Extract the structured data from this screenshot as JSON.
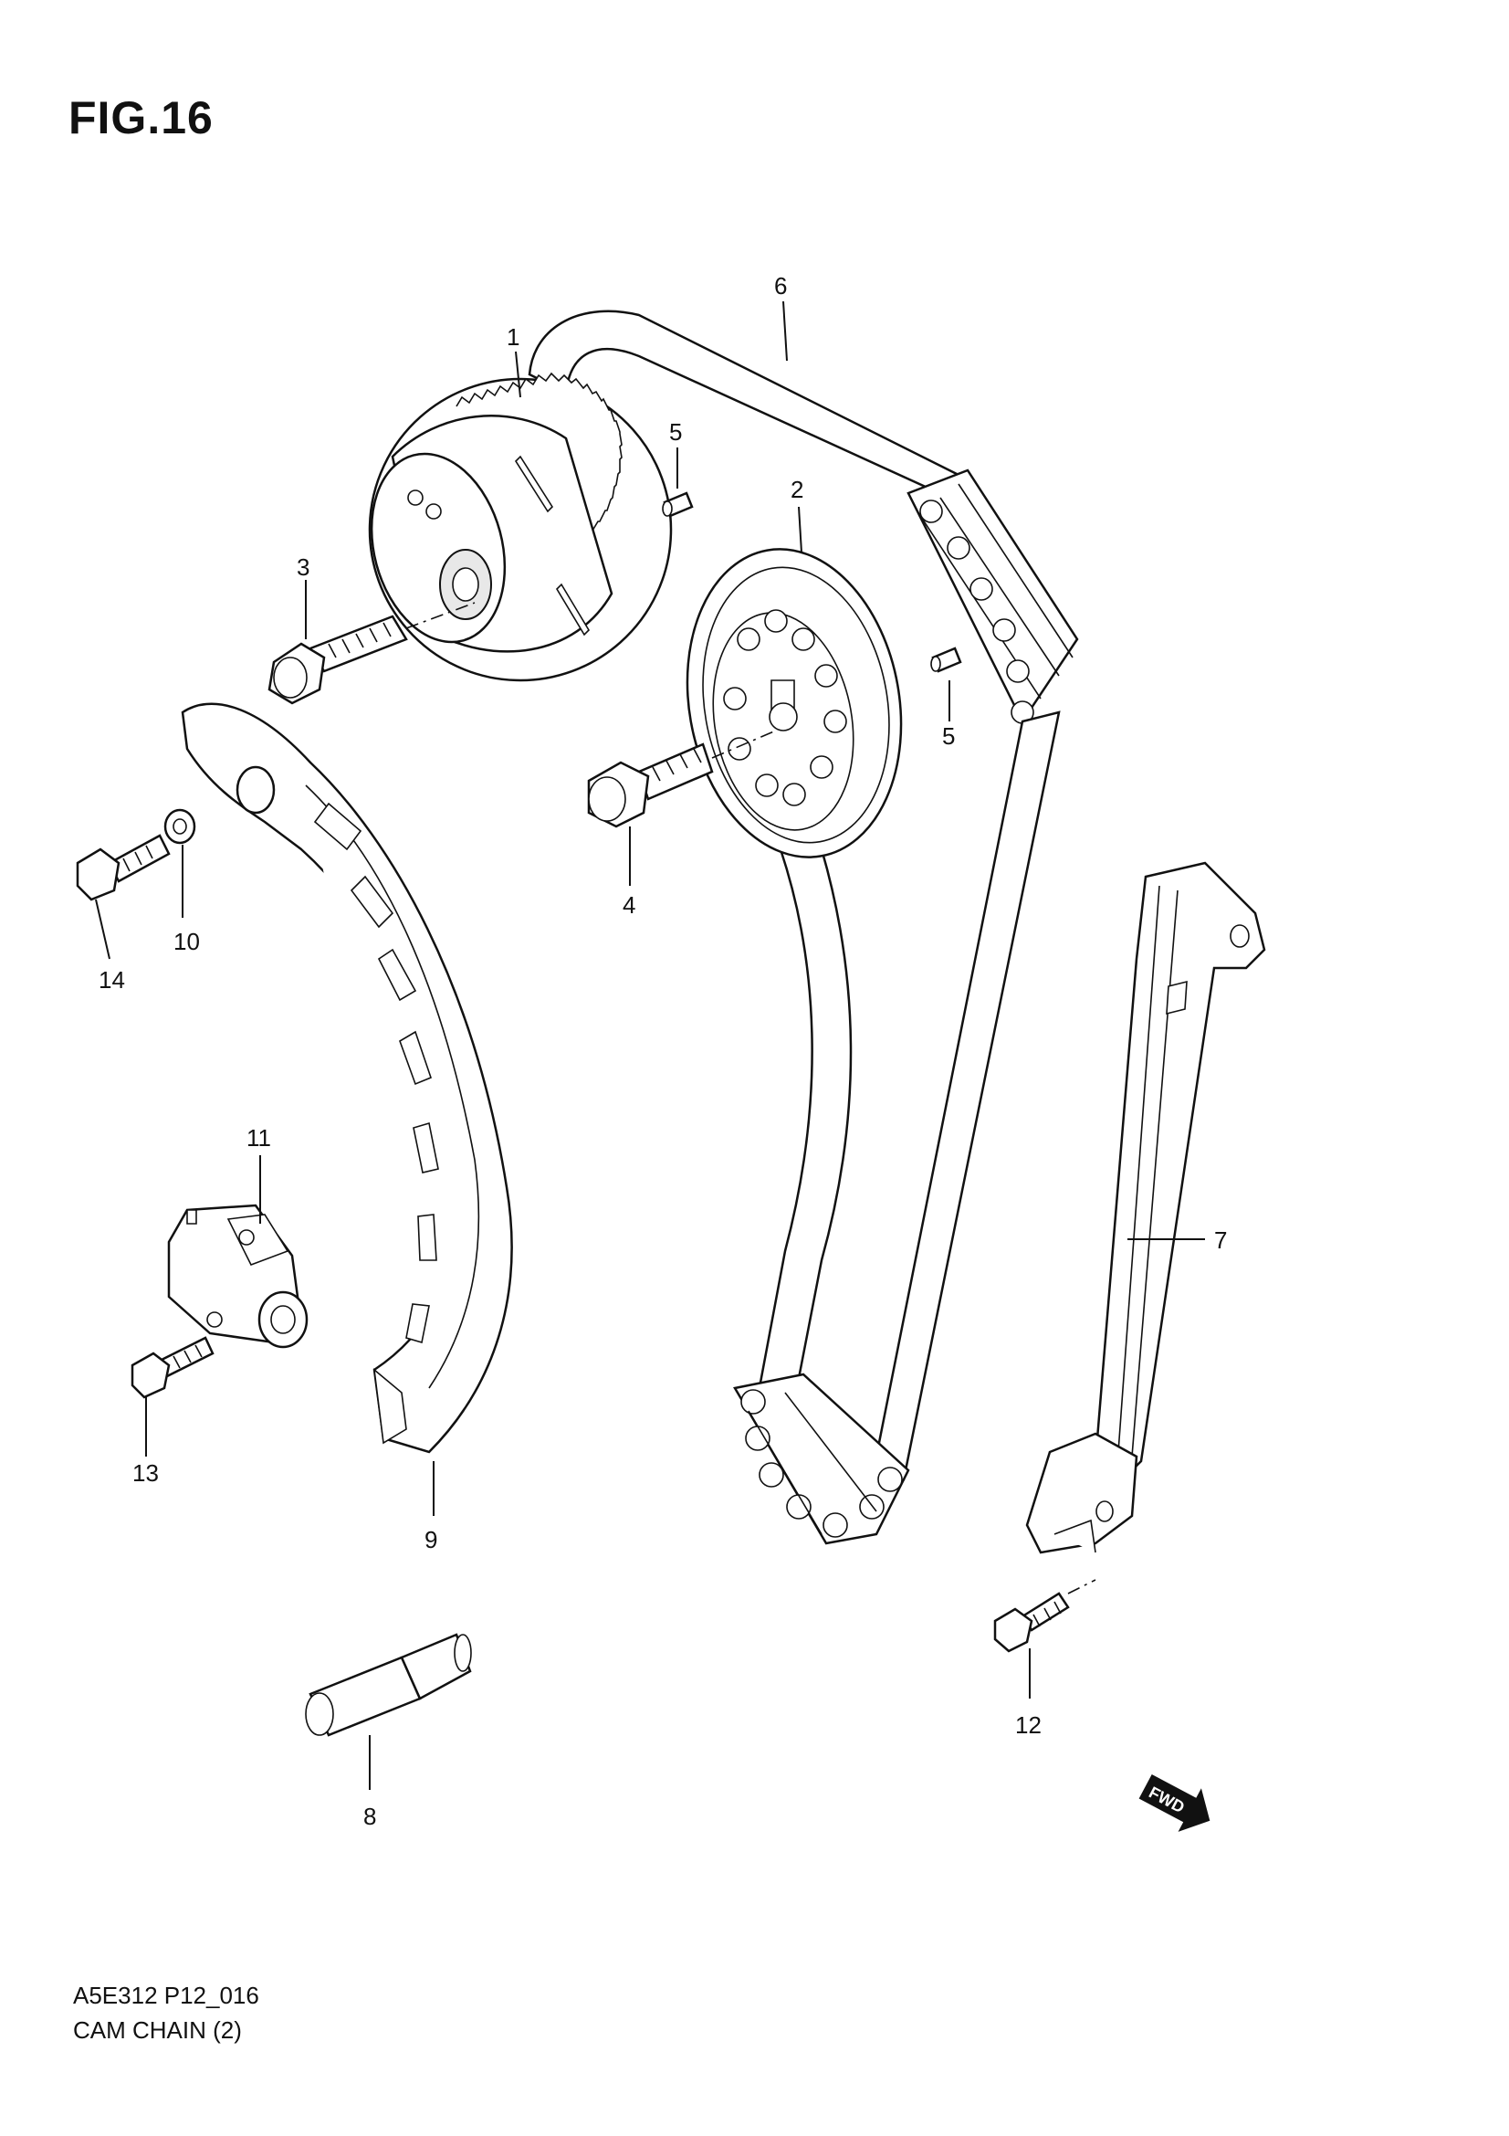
{
  "figure": {
    "title": "FIG.16",
    "code": "A5E312 P12_016",
    "name": "CAM CHAIN (2)"
  },
  "callouts": [
    "1",
    "2",
    "3",
    "4",
    "5",
    "5",
    "6",
    "7",
    "8",
    "9",
    "10",
    "11",
    "12",
    "13",
    "14"
  ],
  "direction_arrow": {
    "label": "FWD"
  }
}
